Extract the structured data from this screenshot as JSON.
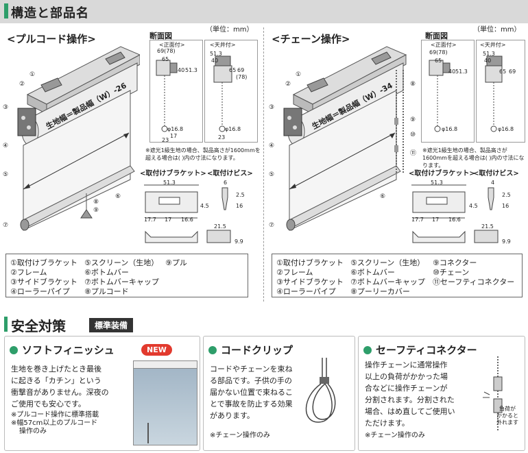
{
  "header": {
    "title": "構造と部品名"
  },
  "pull": {
    "heading": "<プルコード操作>",
    "unit": "（単位：mm）",
    "section_title": "断面図",
    "front": "<正面付>",
    "ceiling": "<天井付>",
    "width_label": "生地幅＝製品幅（W）-26",
    "dim_front": [
      "69(78)",
      "65",
      "40",
      "51.3",
      "φ16.8",
      "17",
      "23"
    ],
    "dim_ceil": [
      "51.3",
      "40",
      "65",
      "69",
      "(78)",
      "φ16.8",
      "23"
    ],
    "note": "※遮光1級生地の場合、製品高さが1600mmを超える場合は( )内の寸法になります。",
    "bracket_title": "<取付けブラケット>",
    "screw_title": "<取付けビス>",
    "bracket_dims": [
      "51.3",
      "4.5",
      "17.7",
      "17",
      "16.6",
      "21.5",
      "9.9"
    ],
    "screw_dims": [
      "6",
      "2.5",
      "16"
    ],
    "parts": [
      "①取付けブラケット",
      "②フレーム",
      "③サイドブラケット",
      "④ローラーパイプ",
      "⑤スクリーン（生地）",
      "⑥ボトムバー",
      "⑦ボトムバーキャップ",
      "⑧プルコード",
      "⑨プル"
    ],
    "callouts": [
      "①",
      "②",
      "③",
      "④",
      "⑤",
      "⑥",
      "⑦",
      "⑧",
      "⑨"
    ]
  },
  "chain": {
    "heading": "<チェーン操作>",
    "unit": "（単位：mm）",
    "section_title": "断面図",
    "front": "<正面付>",
    "ceiling": "<天井付>",
    "width_label": "生地幅＝製品幅（W）-34",
    "dim_front": [
      "69(78)",
      "65",
      "40",
      "51.3",
      "φ16.8"
    ],
    "dim_ceil": [
      "51.3",
      "40",
      "65",
      "69",
      "φ16.8"
    ],
    "note": "※遮光1級生地の場合、製品高さが1600mmを超える場合は( )内の寸法になります。",
    "bracket_title": "<取付けブラケット>",
    "screw_title": "<取付けビス>",
    "bracket_dims": [
      "51.3",
      "4.5",
      "17.7",
      "17",
      "16.6",
      "21.5",
      "9.9"
    ],
    "screw_dims": [
      "4",
      "2.5",
      "16"
    ],
    "parts": [
      "①取付けブラケット",
      "②フレーム",
      "③サイドブラケット",
      "④ローラーパイプ",
      "⑤スクリーン（生地）",
      "⑥ボトムバー",
      "⑦ボトムバーキャップ",
      "⑧プーリーカバー",
      "⑨コネクター",
      "⑩チェーン",
      "⑪セーフティコネクター"
    ],
    "callouts": [
      "①",
      "②",
      "③",
      "④",
      "⑤",
      "⑥",
      "⑦",
      "⑧",
      "⑨",
      "⑩",
      "⑪"
    ]
  },
  "safety": {
    "title": "安全対策",
    "badge": "標準装備",
    "soft": {
      "title": "ソフトフィニッシュ",
      "new": "NEW",
      "text": [
        "生地を巻き上げたとき最後",
        "に起きる「カチン」という",
        "衝撃音がありません。深夜の",
        "ご使用でも安心です。"
      ],
      "notes": [
        "※プルコード操作に標準搭載",
        "※幅57cm以上のプルコード",
        "操作のみ"
      ]
    },
    "clip": {
      "title": "コードクリップ",
      "text": [
        "コードやチェーンを束ね",
        "る部品です。子供の手の",
        "届かない位置で束ねるこ",
        "とで事故を防止する効果",
        "があります。"
      ],
      "note": "※チェーン操作のみ"
    },
    "connector": {
      "title": "セーフティコネクター",
      "text": [
        "操作チェーンに通常操作",
        "以上の負荷がかかった場",
        "合などに操作チェーンが",
        "分割されます。分割された",
        "場合、はめ直してご使用い",
        "ただけます。"
      ],
      "label": [
        "負荷が",
        "かかると",
        "外れます"
      ],
      "note": "※チェーン操作のみ"
    }
  }
}
